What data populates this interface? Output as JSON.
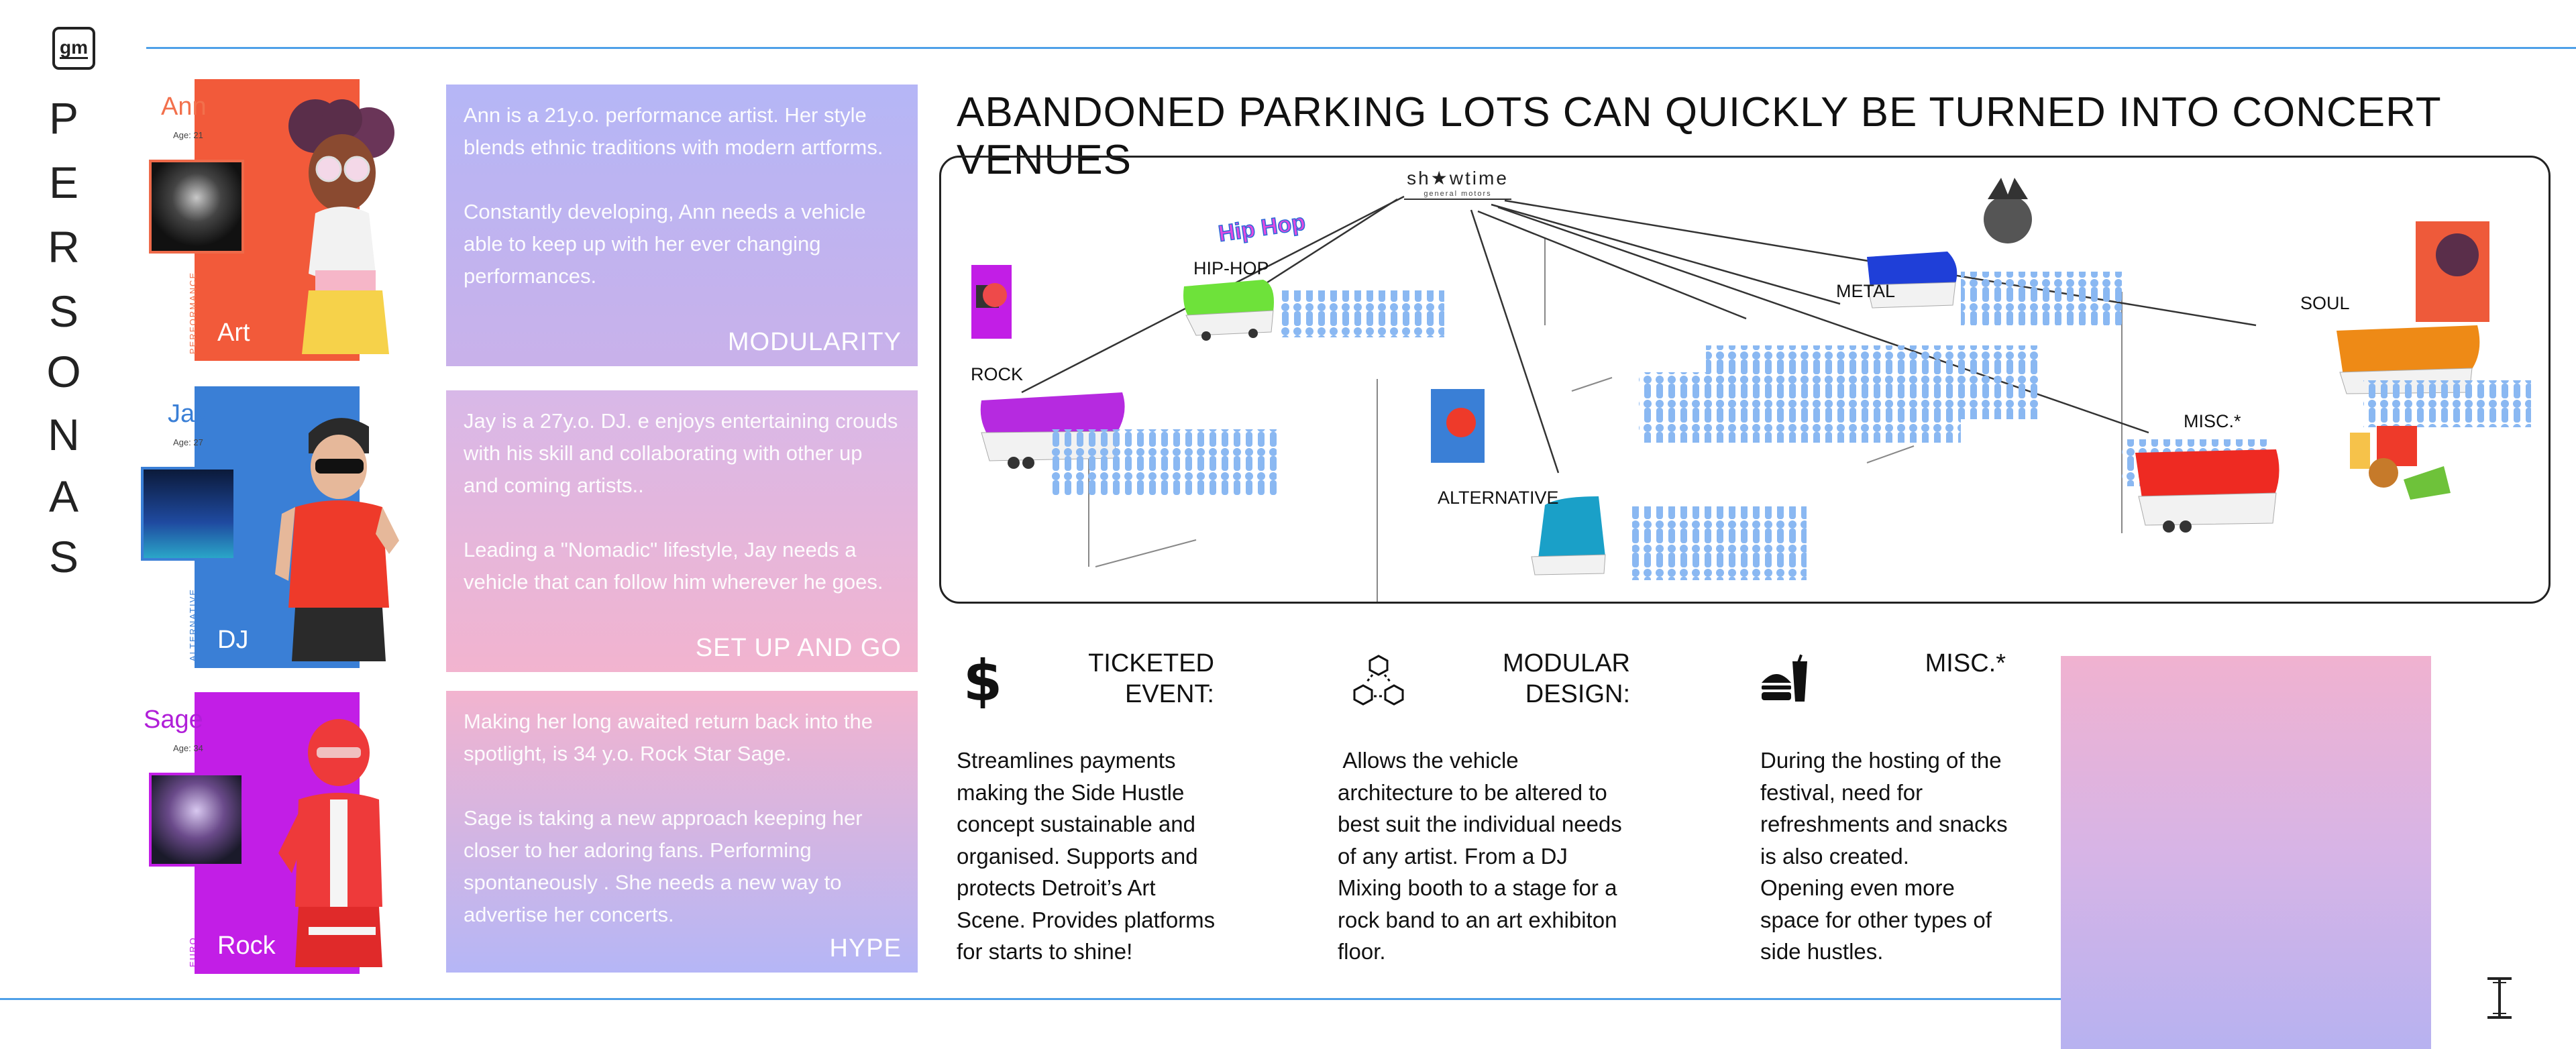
{
  "brand": {
    "logo_text": "gm",
    "vertical_title_letters": [
      "P",
      "E",
      "R",
      "S",
      "O",
      "N",
      "A",
      "S"
    ]
  },
  "personas": [
    {
      "name": "Ann",
      "age": "Age: 21",
      "role": "Art",
      "genre": "PERFORMANCE",
      "accent": "#f2704c",
      "bar_color": "#f25a3a",
      "card_gradient": [
        "#b5b6f6",
        "#c9b1ea"
      ],
      "description_1": "Ann is a 21y.o. performance artist. Her style blends ethnic traditions with modern artforms.",
      "description_2": "Constantly developing, Ann needs a vehicle able to keep up with her ever changing performances.",
      "tag": "MODULARITY"
    },
    {
      "name": "Jay",
      "age": "Age: 27",
      "role": "DJ",
      "genre": "ALTERNATIVE",
      "accent": "#3a7fd6",
      "bar_color": "#3a7fd6",
      "card_gradient": [
        "#d8b8e8",
        "#f2b4cf"
      ],
      "description_1": "Jay is a 27y.o. DJ. e enjoys entertaining crouds with his skill and collaborating with other up and coming artists..",
      "description_2": "Leading a \"Nomadic\" lifestyle, Jay needs a vehicle that can follow him wherever he goes.",
      "tag": "SET UP AND GO"
    },
    {
      "name": "Sage",
      "age": "Age: 34",
      "role": "Rock",
      "genre": "EURO",
      "accent": "#b01ed8",
      "bar_color": "#c21ee6",
      "card_gradient": [
        "#f2b4cf",
        "#b5b6f6"
      ],
      "description_1": "Making her long awaited return back into the spotlight, is 34 y.o. Rock Star Sage.",
      "description_2": "Sage is taking a new approach keeping her closer to her adoring fans. Performing spontaneously . She needs a new way to advertise her concerts.",
      "tag": "HYPE"
    }
  ],
  "main_title": "ABANDONED PARKING LOTS CAN QUICKLY BE TURNED INTO CONCERT VENUES",
  "venue": {
    "brand_name": "sh★wtime",
    "brand_sub": "general motors",
    "zones": [
      "HIP-HOP",
      "ROCK",
      "METAL",
      "SOUL",
      "MISC.*",
      "ALTERNATIVE"
    ],
    "hiphop_graffiti": "Hip Hop",
    "zone_colors": {
      "hiphop": "#6ee23a",
      "rock": "#b62ae0",
      "metal": "#1f3fd8",
      "soul": "#ee8a16",
      "misc": "#ee2a22",
      "alternative": "#1aa0c8",
      "crowd": "#8ab8f2"
    }
  },
  "features": [
    {
      "icon": "dollar-icon",
      "title_1": "TICKETED",
      "title_2": "EVENT:",
      "body": [
        "Streamlines payments",
        "making the Side Hustle",
        "concept sustainable and",
        "organised. Supports and",
        "protects Detroit’s Art",
        "Scene. Provides platforms",
        "for starts to shine!"
      ]
    },
    {
      "icon": "modules-icon",
      "title_1": "MODULAR",
      "title_2": "DESIGN:",
      "body": [
        " Allows the vehicle",
        "architecture to be altered to",
        "best suit the individual needs",
        "of any artist. From a DJ",
        "Mixing booth to a stage for a",
        "rock band to an art exhibiton",
        "floor."
      ]
    },
    {
      "icon": "food-icon",
      "title_1": "MISC.*",
      "title_2": "",
      "body": [
        "During the hosting of the",
        "festival, need for",
        "refreshments and snacks",
        "is also created.",
        "Opening even more",
        "space for other types of",
        "side hustles."
      ]
    }
  ]
}
